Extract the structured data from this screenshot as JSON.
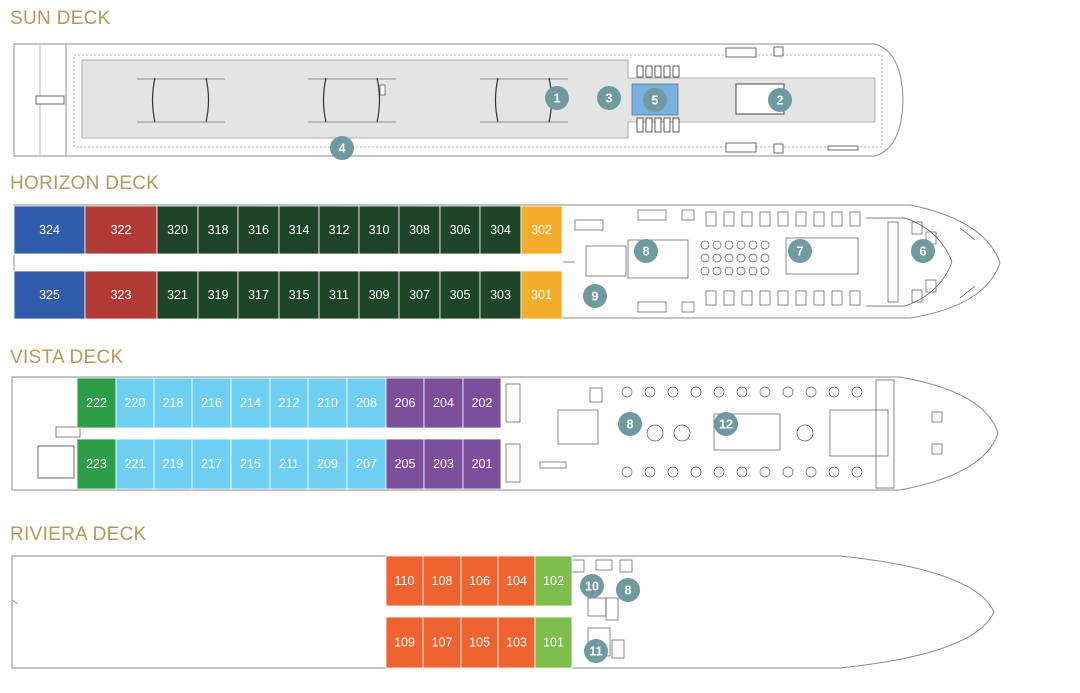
{
  "decks": {
    "sun": {
      "title": "SUN DECK"
    },
    "horizon": {
      "title": "HORIZON DECK"
    },
    "vista": {
      "title": "VISTA DECK"
    },
    "riviera": {
      "title": "RIVIERA DECK"
    }
  },
  "colors": {
    "deck_title": "#b8975a",
    "hull_outline": "#8a8a8a",
    "sun_deck_area": "#e4e4e4",
    "marker": "#6f9aa0",
    "blue": "#2f5dab",
    "red": "#b23a35",
    "dark_green": "#1e4528",
    "orange_yellow": "#f4ac2a",
    "light_green": "#2e9d47",
    "sky_blue": "#6ecff2",
    "purple": "#7b4f9c",
    "orange": "#ef6330",
    "lime": "#7cbd4b",
    "pool": "#79b1e2"
  },
  "cabins": {
    "horizon_top": [
      "324",
      "322",
      "320",
      "318",
      "316",
      "314",
      "312",
      "310",
      "308",
      "306",
      "304",
      "302"
    ],
    "horizon_bottom": [
      "325",
      "323",
      "321",
      "319",
      "317",
      "315",
      "311",
      "309",
      "307",
      "305",
      "303",
      "301"
    ],
    "vista_top": [
      "222",
      "220",
      "218",
      "216",
      "214",
      "212",
      "210",
      "208",
      "206",
      "204",
      "202"
    ],
    "vista_bottom": [
      "223",
      "221",
      "219",
      "217",
      "215",
      "211",
      "209",
      "207",
      "205",
      "203",
      "201"
    ],
    "riviera_top": [
      "110",
      "108",
      "106",
      "104",
      "102"
    ],
    "riviera_bottom": [
      "109",
      "107",
      "105",
      "103",
      "101"
    ]
  },
  "markers": {
    "sun": [
      "1",
      "2",
      "3",
      "4",
      "5"
    ],
    "horizon": [
      "6",
      "7",
      "8",
      "9"
    ],
    "vista": [
      "8",
      "12"
    ],
    "riviera": [
      "10",
      "8",
      "11"
    ]
  }
}
